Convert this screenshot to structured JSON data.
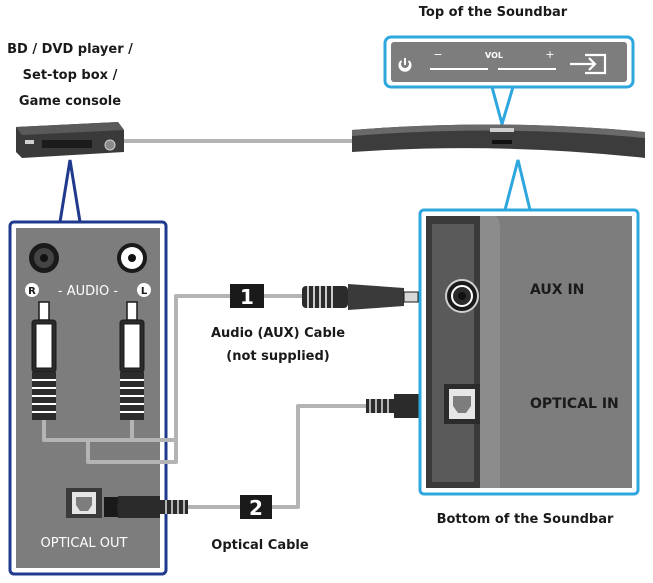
{
  "labels": {
    "top_of_soundbar": "Top of the Soundbar",
    "source_line1": "BD / DVD player /",
    "source_line2": "Set-top box /",
    "source_line3": "Game console",
    "aux_cable_line1": "Audio (AUX) Cable",
    "aux_cable_line2": "(not supplied)",
    "optical_cable": "Optical Cable",
    "bottom_of_soundbar": "Bottom of the Soundbar"
  },
  "soundbar_top_panel": {
    "minus": "−",
    "vol": "VOL",
    "plus": "+"
  },
  "source_panel": {
    "audio_label": "- AUDIO -",
    "right_badge": "R",
    "left_badge": "L",
    "optical_out": "OPTICAL OUT"
  },
  "soundbar_bottom_panel": {
    "aux_in": "AUX IN",
    "optical_in": "OPTICAL IN"
  },
  "markers": {
    "aux": "1",
    "optical": "2"
  },
  "colors": {
    "highlight_blue": "#2ea7df",
    "source_box_navy": "#1f3a8c",
    "panel_gray": "#7d7d7d",
    "cable_gray": "#b4b4b4",
    "dark": "#2b2b2b"
  }
}
